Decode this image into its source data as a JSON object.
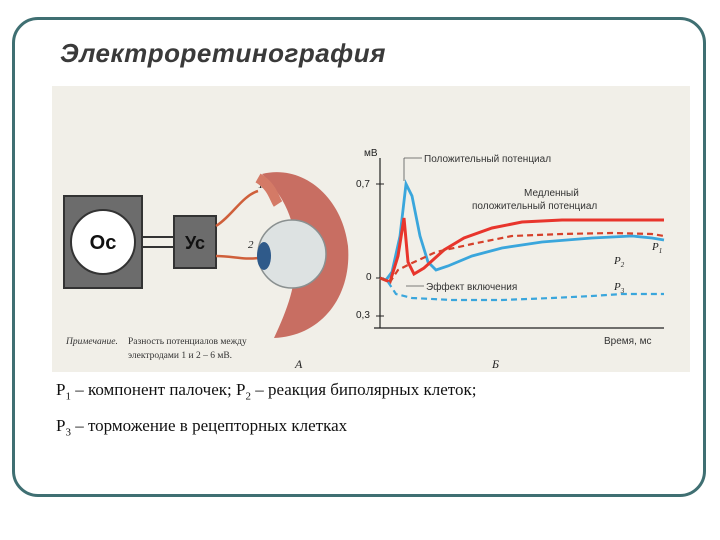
{
  "slide": {
    "title": "Электроретинография"
  },
  "figure": {
    "block_oscilloscope": "Ос",
    "block_amplifier": "Ус",
    "electrode_1": "1",
    "electrode_2": "2",
    "note_label": "Примечание.",
    "note_text_1": "Разность потенциалов между",
    "note_text_2": "электродами 1 и 2 – 6 мВ.",
    "panel_a": "А",
    "panel_b": "Б",
    "y_unit": "мВ",
    "y_tick_top": "0,7",
    "y_tick_zero": "0",
    "y_tick_bottom": "0,3",
    "label_positive": "Положительный потенциал",
    "label_slow_1": "Медленный",
    "label_slow_2": "положительный потенциал",
    "label_effect": "Эффект включения",
    "label_time": "Время, мс",
    "p1": "P",
    "p1_sub": "1",
    "p2": "P",
    "p2_sub": "2",
    "p3": "P",
    "p3_sub": "3",
    "colors": {
      "red": "#e8352c",
      "blue": "#3aa6dc",
      "dashed": "#d6402a",
      "eye": "#c76a5c"
    }
  },
  "caption": {
    "line1_p": "P",
    "line1_sub": "1",
    "line1_text": " – компонент палочек; P",
    "line1_sub2": "2",
    "line1_text2": " – реакция биполярных клеток;",
    "line2_p": "P",
    "line2_sub": "3",
    "line2_text": " – торможение в рецепторных клетках"
  }
}
